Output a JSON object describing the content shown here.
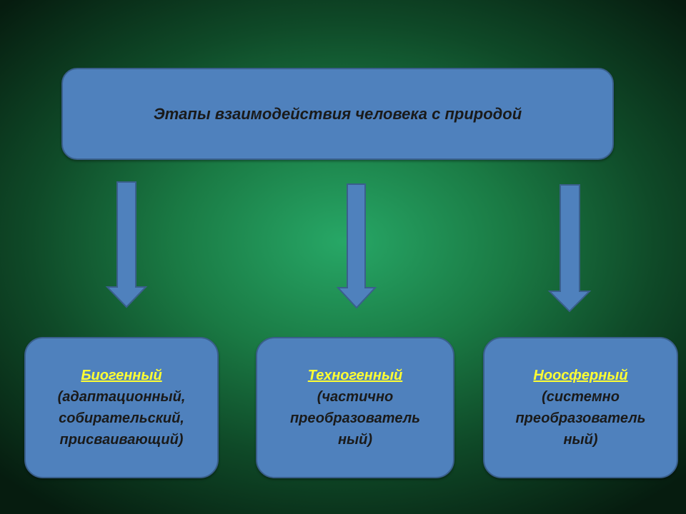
{
  "title": "Этапы взаимодействия человека с природой",
  "stages": [
    {
      "name": "Биогенный",
      "desc": "(адаптационный,\nсобирательский,\nприсваивающий)"
    },
    {
      "name": "Техногенный",
      "desc": "(частично\nпреобразователь\nный)"
    },
    {
      "name": "Ноосферный",
      "desc": "(системно\nпреобразователь\nный)"
    }
  ],
  "colors": {
    "box_fill": "#4f81bd",
    "box_border": "#3a5f8c",
    "stage_name": "#ffff33",
    "text": "#1a1a1a"
  }
}
